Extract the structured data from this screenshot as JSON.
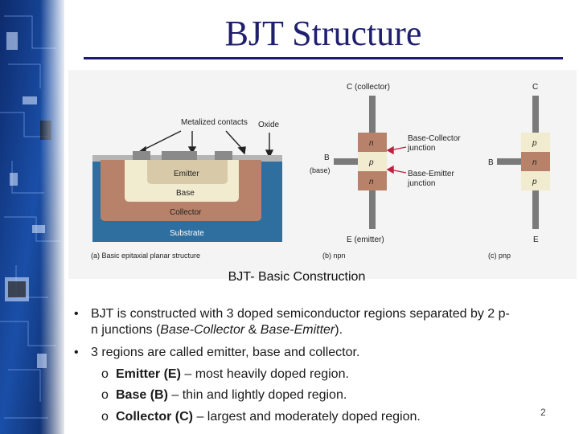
{
  "slide": {
    "title": "BJT Structure",
    "figure_caption": "BJT- Basic Construction",
    "page_number": "2"
  },
  "figure": {
    "panel_a": {
      "metalized_contacts": "Metalized contacts",
      "oxide": "Oxide",
      "emitter": "Emitter",
      "base": "Base",
      "collector": "Collector",
      "substrate": "Substrate",
      "caption": "(a) Basic epitaxial planar structure"
    },
    "panel_b": {
      "collector_terminal": "C (collector)",
      "base_terminal": "B",
      "base_paren": "(base)",
      "emitter_terminal": "E (emitter)",
      "layer_top": "n",
      "layer_mid": "p",
      "layer_bottom": "n",
      "bc_junction_1": "Base-Collector",
      "bc_junction_2": "junction",
      "be_junction_1": "Base-Emitter",
      "be_junction_2": "junction",
      "caption": "(b) npn"
    },
    "panel_c": {
      "collector_terminal": "C",
      "base_terminal": "B",
      "emitter_terminal": "E",
      "layer_top": "p",
      "layer_mid": "n",
      "layer_bottom": "p",
      "caption": "(c) pnp"
    }
  },
  "bullets": [
    {
      "marker": "•",
      "line1": "BJT is constructed with 3 doped semiconductor regions separated by 2 p-",
      "line2_prefix": "n junctions (",
      "line2_em1": "Base-Collector",
      "line2_mid": " & ",
      "line2_em2": "Base-Emitter",
      "line2_suffix": ")."
    },
    {
      "marker": "•",
      "text": "3 regions are called emitter, base and collector."
    }
  ],
  "sub_bullets": [
    {
      "marker": "o",
      "term": "Emitter (E)",
      "desc": " – most heavily doped region."
    },
    {
      "marker": "o",
      "term": "Base (B)",
      "desc": " – thin and lightly doped region."
    },
    {
      "marker": "o",
      "term": "Collector (C)",
      "desc": " – largest and moderately doped region."
    }
  ],
  "colors": {
    "title": "#1f1f6e",
    "emitter_region": "#f1ebcf",
    "collector_region": "#b8826a",
    "substrate_region": "#2f6fa0",
    "junction_label": "#c02040",
    "sidebar": "#1a3d8c"
  }
}
